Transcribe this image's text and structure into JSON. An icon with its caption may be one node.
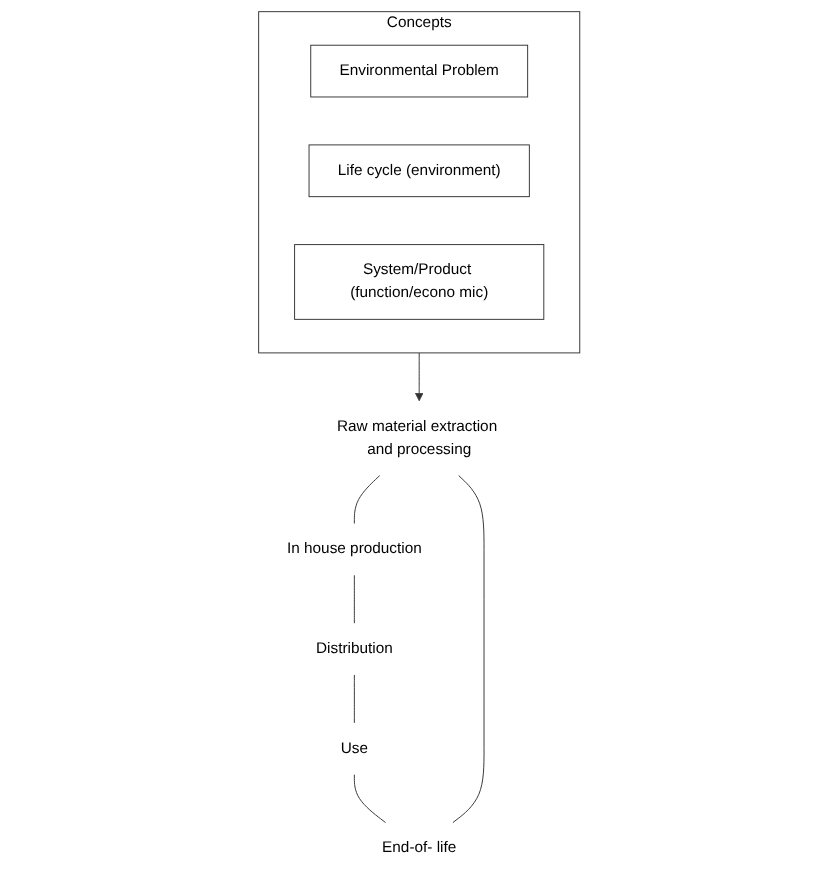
{
  "diagram": {
    "nodes": [
      {
        "text": [
          "Concepts"
        ]
      },
      {
        "text": [
          "Environmental Problem"
        ],
        "in": 0
      },
      {
        "text": [
          "Life cycle (environment)"
        ],
        "in": 0
      },
      {
        "text": [
          "System/Product (function/econo mic)"
        ],
        "in": 0
      },
      {
        "text": [
          "Raw material extraction and processing"
        ]
      },
      {
        "text": [
          "In house production"
        ]
      },
      {
        "text": [
          "Distribution"
        ]
      },
      {
        "text": [
          "Use"
        ]
      },
      {
        "text": [
          "End-of- life"
        ]
      }
    ],
    "edges": [
      {
        "from": 0,
        "to": 4,
        "arrow": "to"
      },
      {
        "from": 4,
        "to": 5,
        "arrow": "none"
      },
      {
        "from": 5,
        "to": 6,
        "arrow": "none"
      },
      {
        "from": 6,
        "to": 7,
        "arrow": "none"
      },
      {
        "from": 7,
        "to": 8,
        "arrow": "none"
      },
      {
        "from": 8,
        "to": 4,
        "arrow": "none"
      }
    ]
  }
}
